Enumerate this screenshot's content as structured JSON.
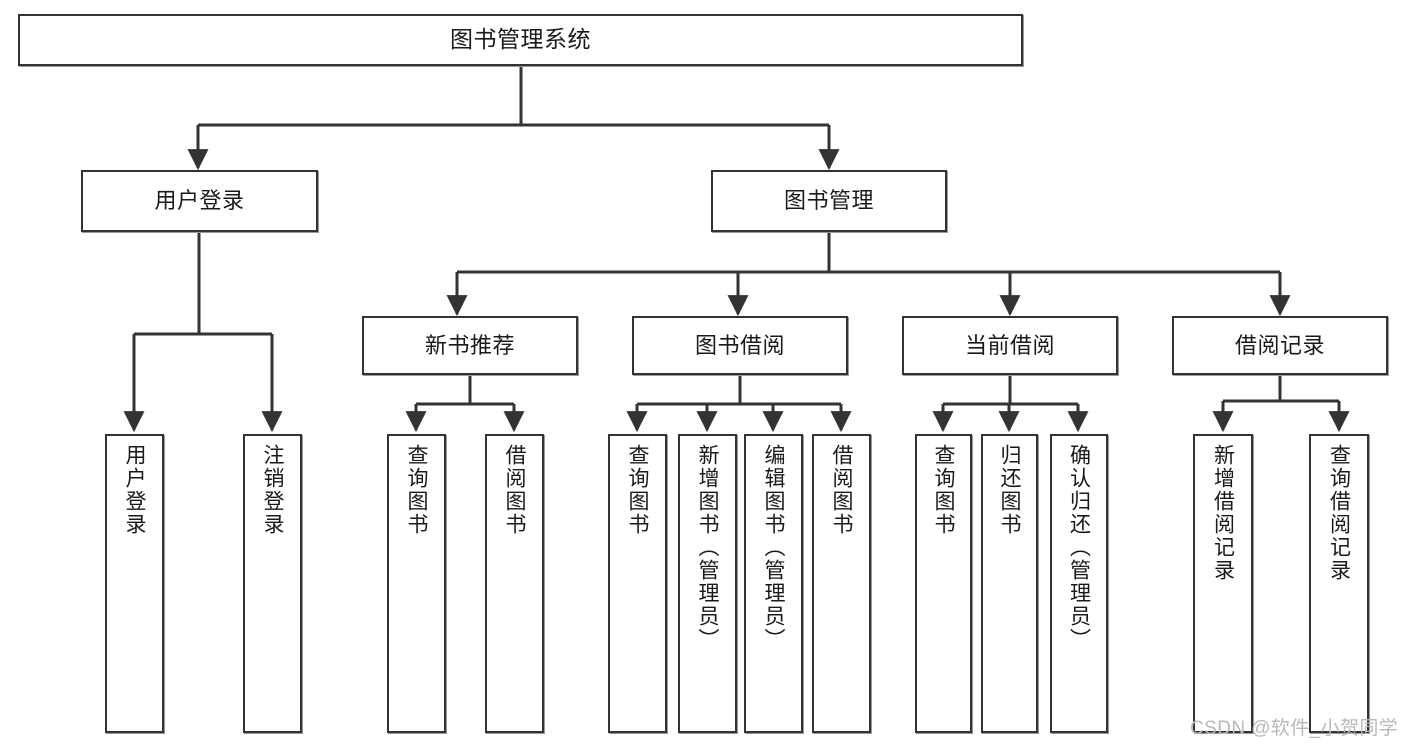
{
  "diagram": {
    "title": "图书管理系统",
    "type": "tree-hierarchy",
    "watermark": "CSDN @软件_小贺同学",
    "colors": {
      "node_border": "#333333",
      "node_fill": "#ffffff",
      "edge": "#333333",
      "text": "#1a1a1a",
      "watermark": "#b9b9b9",
      "canvas": "#ffffff"
    },
    "levels": [
      {
        "level": 1,
        "nodes": [
          {
            "id": "root",
            "label": "图书管理系统",
            "orientation": "horizontal"
          }
        ]
      },
      {
        "level": 2,
        "nodes": [
          {
            "id": "l2-1",
            "label": "用户登录",
            "orientation": "horizontal",
            "parent": "root"
          },
          {
            "id": "l2-2",
            "label": "图书管理",
            "orientation": "horizontal",
            "parent": "root"
          }
        ]
      },
      {
        "level": 3,
        "nodes": [
          {
            "id": "l3-1",
            "label": "新书推荐",
            "orientation": "horizontal",
            "parent": "l2-2"
          },
          {
            "id": "l3-2",
            "label": "图书借阅",
            "orientation": "horizontal",
            "parent": "l2-2"
          },
          {
            "id": "l3-3",
            "label": "当前借阅",
            "orientation": "horizontal",
            "parent": "l2-2"
          },
          {
            "id": "l3-4",
            "label": "借阅记录",
            "orientation": "horizontal",
            "parent": "l2-2"
          }
        ]
      },
      {
        "level": 4,
        "nodes": [
          {
            "id": "leaf-1",
            "label": "用户登录",
            "orientation": "vertical",
            "parent": "l2-1"
          },
          {
            "id": "leaf-2",
            "label": "注销登录",
            "orientation": "vertical",
            "parent": "l2-1"
          },
          {
            "id": "leaf-3",
            "label": "查询图书",
            "orientation": "vertical",
            "parent": "l3-1"
          },
          {
            "id": "leaf-4",
            "label": "借阅图书",
            "orientation": "vertical",
            "parent": "l3-1"
          },
          {
            "id": "leaf-5",
            "label": "查询图书",
            "orientation": "vertical",
            "parent": "l3-2"
          },
          {
            "id": "leaf-6",
            "label": "新增图书（管理员）",
            "orientation": "vertical",
            "parent": "l3-2"
          },
          {
            "id": "leaf-7",
            "label": "编辑图书（管理员）",
            "orientation": "vertical",
            "parent": "l3-2"
          },
          {
            "id": "leaf-8",
            "label": "借阅图书",
            "orientation": "vertical",
            "parent": "l3-2"
          },
          {
            "id": "leaf-9",
            "label": "查询图书",
            "orientation": "vertical",
            "parent": "l3-3"
          },
          {
            "id": "leaf-10",
            "label": "归还图书",
            "orientation": "vertical",
            "parent": "l3-3"
          },
          {
            "id": "leaf-11",
            "label": "确认归还（管理员）",
            "orientation": "vertical",
            "parent": "l3-3"
          },
          {
            "id": "leaf-12",
            "label": "新增借阅记录",
            "orientation": "vertical",
            "parent": "l3-4"
          },
          {
            "id": "leaf-13",
            "label": "查询借阅记录",
            "orientation": "vertical",
            "parent": "l3-4"
          }
        ]
      }
    ]
  }
}
